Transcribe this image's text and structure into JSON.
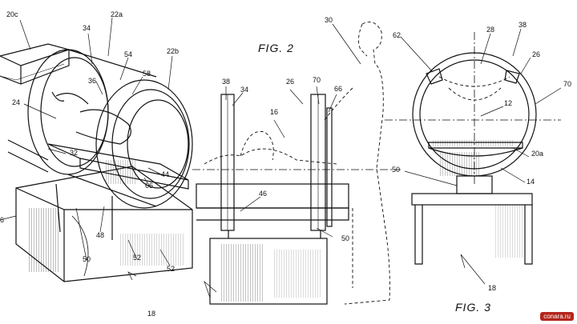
{
  "figures": {
    "fig2_title": "FIG. 2",
    "fig3_title": "FIG. 3"
  },
  "labels": {
    "l20c": "20c",
    "l22a": "22a",
    "l22b": "22b",
    "l34a": "34",
    "l54": "54",
    "l36": "36",
    "l58": "58",
    "l24": "24",
    "l32": "32",
    "l44": "44",
    "l66a": "66",
    "l48": "48",
    "l50a": "50",
    "l52a": "52",
    "l52b": "52",
    "l18a": "18",
    "l6": "6",
    "l30": "30",
    "l38a": "38",
    "l34b": "34",
    "l26a": "26",
    "l16": "16",
    "l70a": "70",
    "l66b": "66",
    "l46": "46",
    "l50b": "50",
    "l62": "62",
    "l28": "28",
    "l38b": "38",
    "l26b": "26",
    "l70b": "70",
    "l12": "12",
    "l20a": "20a",
    "l14": "14",
    "l50c": "50",
    "l18b": "18"
  },
  "watermark": "cоnara.ru",
  "colors": {
    "ink": "#111111",
    "paper": "#ffffff",
    "badge": "#b3261e"
  }
}
